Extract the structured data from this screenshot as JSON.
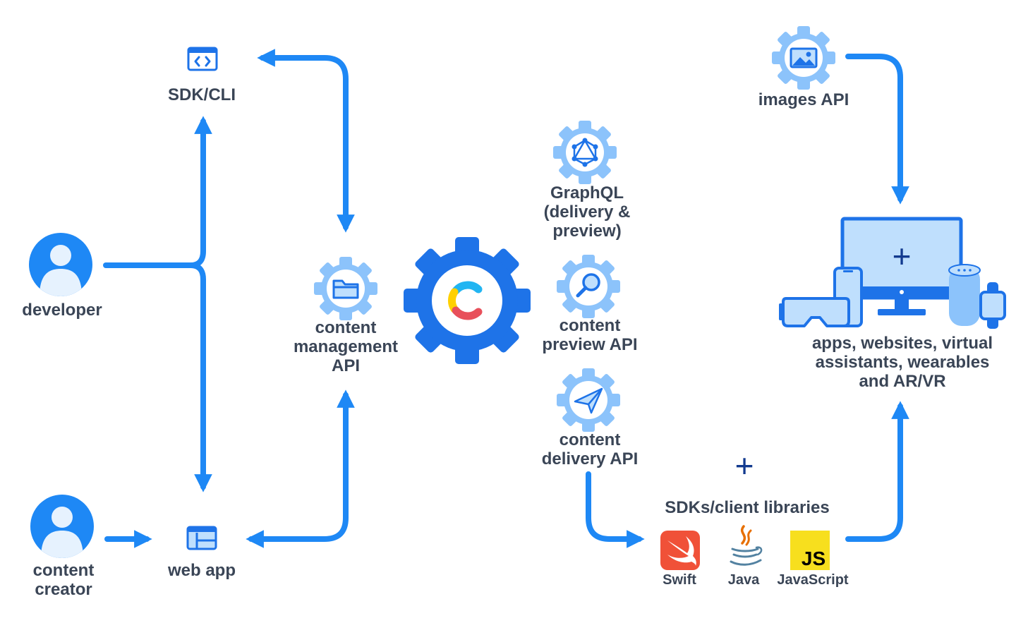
{
  "colors": {
    "flow_blue": "#1e88f5",
    "gear_blue": "#1e73e8",
    "gear_light": "#8cc3fb",
    "icon_fill": "#bfdffd",
    "text": "#3a4556",
    "plus_navy": "#123a8f",
    "swift_red": "#f05138",
    "js_yellow": "#f7df1e",
    "java_orange": "#e76f00",
    "java_blue": "#5382a1"
  },
  "actors": {
    "developer": {
      "label": "developer",
      "icon": "user-avatar-icon"
    },
    "content_creator": {
      "label_lines": [
        "content",
        "creator"
      ],
      "icon": "user-avatar-icon"
    }
  },
  "tools": {
    "sdk_cli": {
      "label": "SDK/CLI",
      "icon": "code-window-icon"
    },
    "web_app": {
      "label": "web app",
      "icon": "browser-window-icon"
    }
  },
  "apis": {
    "management": {
      "label_lines": [
        "content",
        "management",
        "API"
      ],
      "icon": "folder-gear-icon"
    },
    "graphql": {
      "label_lines": [
        "GraphQL",
        "(delivery &",
        "preview)"
      ],
      "icon": "graphql-gear-icon"
    },
    "preview": {
      "label_lines": [
        "content",
        "preview API"
      ],
      "icon": "magnifier-gear-icon"
    },
    "delivery": {
      "label_lines": [
        "content",
        "delivery API"
      ],
      "icon": "paper-plane-gear-icon"
    },
    "images": {
      "label": "images API",
      "icon": "image-gear-icon"
    }
  },
  "core": {
    "icon": "contentful-logo-gear-icon",
    "logo_letter": "C"
  },
  "outputs": {
    "label_lines": [
      "apps, websites, virtual",
      "assistants, wearables",
      "and AR/VR"
    ],
    "icon": "devices-icon",
    "plus": "+"
  },
  "sdks": {
    "title": "SDKs/client libraries",
    "plus": "+",
    "items": [
      {
        "label": "Swift",
        "icon": "swift-logo-icon"
      },
      {
        "label": "Java",
        "icon": "java-logo-icon"
      },
      {
        "label": "JavaScript",
        "icon": "javascript-logo-icon",
        "badge": "JS"
      }
    ]
  }
}
